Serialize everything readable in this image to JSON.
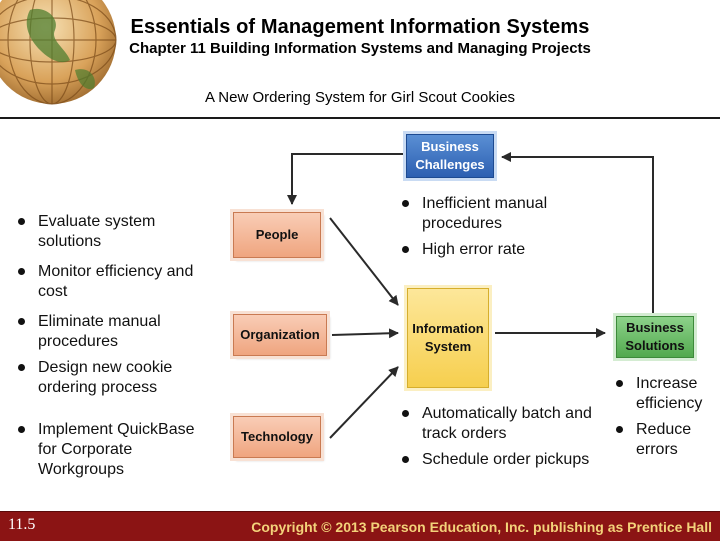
{
  "header": {
    "title": "Essentials of Management Information Systems",
    "subtitle": "Chapter 11 Building Information Systems and Managing Projects"
  },
  "slide": {
    "title": "A New Ordering System for Girl Scout Cookies"
  },
  "diagram": {
    "business_challenges": "Business\nChallenges",
    "people": "People",
    "organization": "Organization",
    "technology": "Technology",
    "information_system": "Information\nSystem",
    "business_solutions": "Business\nSolutions",
    "left_bullets": [
      "Evaluate system solutions",
      "Monitor efficiency and cost",
      "Eliminate manual procedures",
      "Design new cookie ordering process",
      "Implement QuickBase for Corporate Workgroups"
    ],
    "challenge_bullets": [
      "Inefficient manual procedures",
      "High error rate"
    ],
    "system_bullets": [
      "Automatically batch and track orders",
      "Schedule order pickups"
    ],
    "solution_bullets": [
      "Increase efficiency",
      "Reduce errors"
    ]
  },
  "footer": {
    "slide_number": "11.5",
    "copyright": "Copyright © 2013 Pearson Education, Inc. publishing as Prentice Hall"
  },
  "colors": {
    "footer_bg": "#8b1414",
    "footer_text": "#f3d27a",
    "orange_box": "#efa57f",
    "blue_box": "#2c5fb1",
    "yellow_box": "#f6cf4e",
    "green_box": "#52a94e"
  },
  "icons": {
    "globe": "globe-icon"
  }
}
